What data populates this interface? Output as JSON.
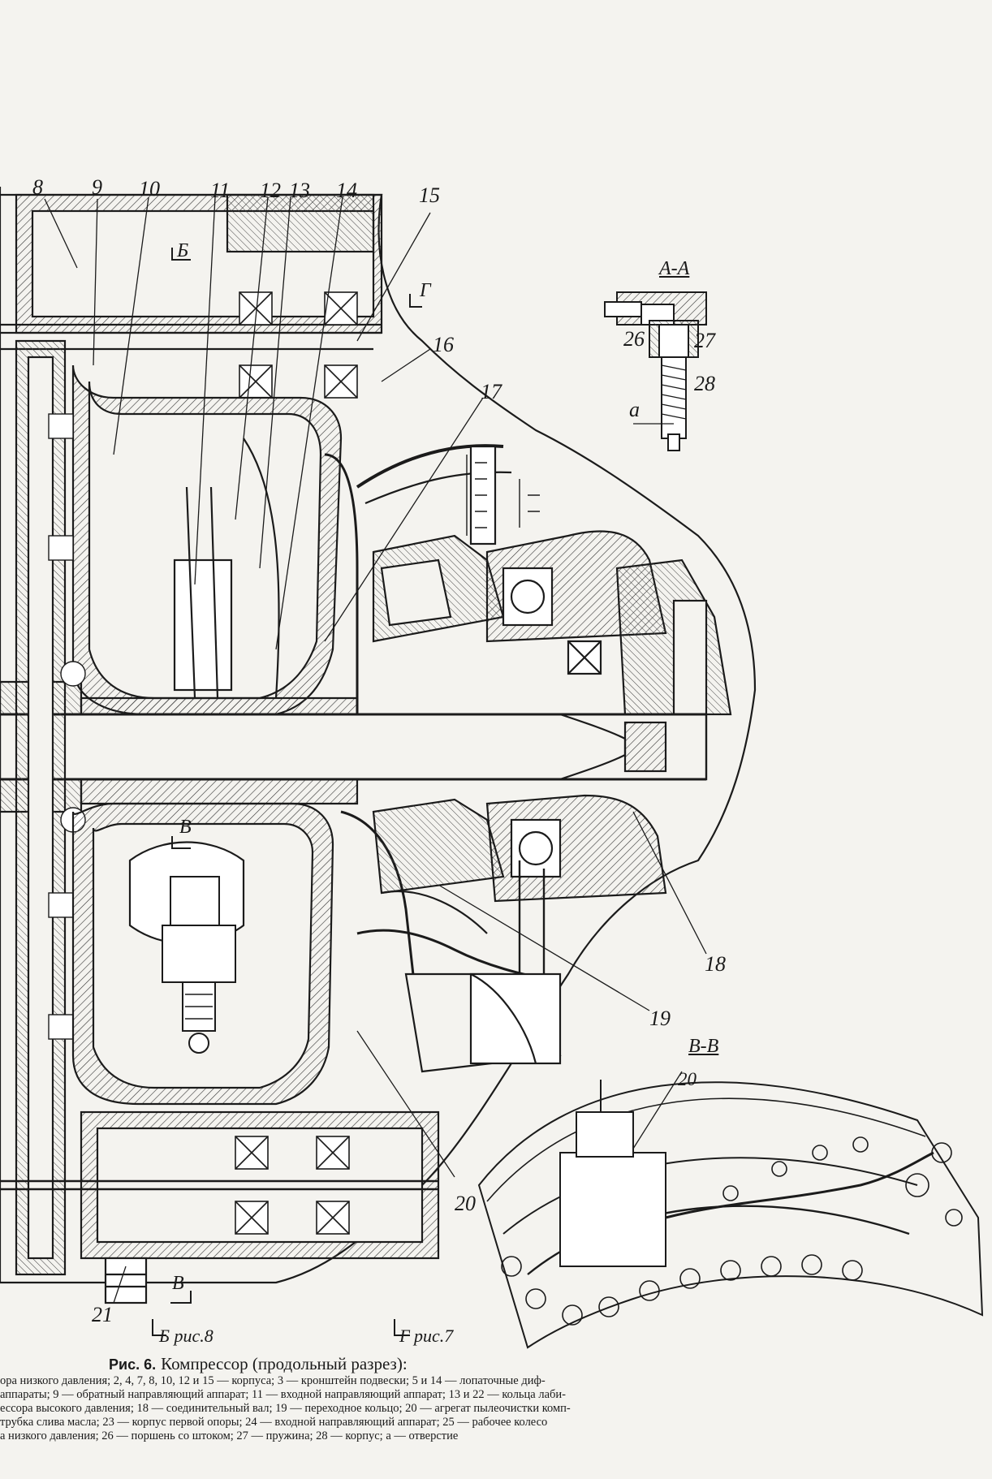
{
  "figure": {
    "caption_number": "Рис. 6.",
    "caption_title": "Компрессор (продольный разрез):",
    "legend_lines": [
      "ора низкого давления; 2, 4, 7, 8, 10, 12 и 15 — корпуса; 3 — кронштейн подвески; 5 и 14 — лопаточные диф-",
      "аппараты; 9 — обратный направляющий аппарат; 11 — входной направляющий аппарат; 13 и 22 — кольца лаби-",
      "ессора высокого давления; 18 — соединительный вал; 19 — переходное кольцо; 20 — агрегат пылеочистки комп-",
      "трубка слива масла; 23 — корпус первой опоры; 24 — входной направляющий аппарат; 25 — рабочее колесо",
      "а низкого давления; 26 — поршень со штоком; 27 — пружина; 28 — корпус; а — отверстие"
    ]
  },
  "callouts": {
    "n8": "8",
    "n9": "9",
    "n10": "10",
    "n11": "11",
    "n12": "12",
    "n13": "13",
    "n14": "14",
    "n15": "15",
    "n16": "16",
    "n17": "17",
    "n18": "18",
    "n19": "19",
    "n20a": "20",
    "n20b": "20",
    "n21": "21",
    "n26": "26",
    "n27": "27",
    "n28": "28",
    "a": "a"
  },
  "section_marks": {
    "b_top": "Б",
    "g_top": "Г",
    "v_mid": "В",
    "v_bottom": "В",
    "b_ref": "Б рис.8",
    "g_ref": "Г рис.7"
  },
  "views": {
    "aa": "А-А",
    "vv": "В-В"
  }
}
